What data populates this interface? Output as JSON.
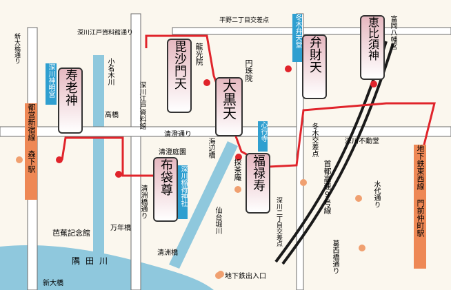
{
  "colors": {
    "background": "#fbf7ee",
    "road": "#ffffff",
    "road_edge": "#6b6b6b",
    "river": "#8fc8dd",
    "route": "#e0242b",
    "railway": "#1a1a1a",
    "subway_box": "#ee8855",
    "shrine_box": "#2f9fd0",
    "exit_dot": "#f0a070"
  },
  "gods": [
    {
      "id": "jurojin",
      "label": "寿老神"
    },
    {
      "id": "bishamon",
      "label": "毘沙門天"
    },
    {
      "id": "daikoku",
      "label": "大黒天"
    },
    {
      "id": "benzai",
      "label": "弁財天"
    },
    {
      "id": "ebisu",
      "label": "恵比須神"
    },
    {
      "id": "fukuroku",
      "label": "福禄寿"
    },
    {
      "id": "hotei",
      "label": "布袋尊"
    }
  ],
  "shrines": [
    {
      "id": "shinmeigu",
      "label": "深川神明宮"
    },
    {
      "id": "ryukoin",
      "label": "龍光院"
    },
    {
      "id": "enjuin",
      "label": "円珠院"
    },
    {
      "id": "fuyukibentendo",
      "label": "冬木弁天堂"
    },
    {
      "id": "tomiokahachimangu",
      "label": "富岡八幡宮"
    },
    {
      "id": "shingyoji",
      "label": "心行寺"
    },
    {
      "id": "inarijinja",
      "label": "深川稲荷神社"
    }
  ],
  "stations": [
    {
      "id": "morishita",
      "label": "都営新宿線 森下駅"
    },
    {
      "id": "monzennakacho",
      "label": "地下鉄東西線 門前仲町駅"
    }
  ],
  "labels": {
    "shinohashi_dori": "新大橋通り",
    "konagigawa": "小名木川",
    "takabashi": "高橋",
    "shiryokan_dori": "深川江戸資料館通り",
    "shiryokan": "深川江戸資料館",
    "hirano_intersection": "平野二丁目交差点",
    "kiyosumi_dori": "清澄通り",
    "kiyosumi_teien": "清澄庭園",
    "kaibe_dori": "海辺橋",
    "saitoan": "採茶庵",
    "sendaibori": "仙台堀川",
    "kiyosubashi_dori": "清洲橋通り",
    "mannenbashi": "万年橋",
    "kiyosubashi": "清洲橋",
    "basho_museum": "芭蕉記念館",
    "sumidagawa": "隅田川",
    "shinohashi": "新大橋",
    "fuyuki_intersection": "冬木交差点",
    "fudodo": "深川不動堂",
    "expressway": "首都高速9号線",
    "fukagawa2_intersection": "深川二丁目交差点",
    "mizushiro_dori": "水代通り",
    "kasaibashi_dori": "葛西橋通り",
    "legend_exit": "地下鉄出入口"
  }
}
